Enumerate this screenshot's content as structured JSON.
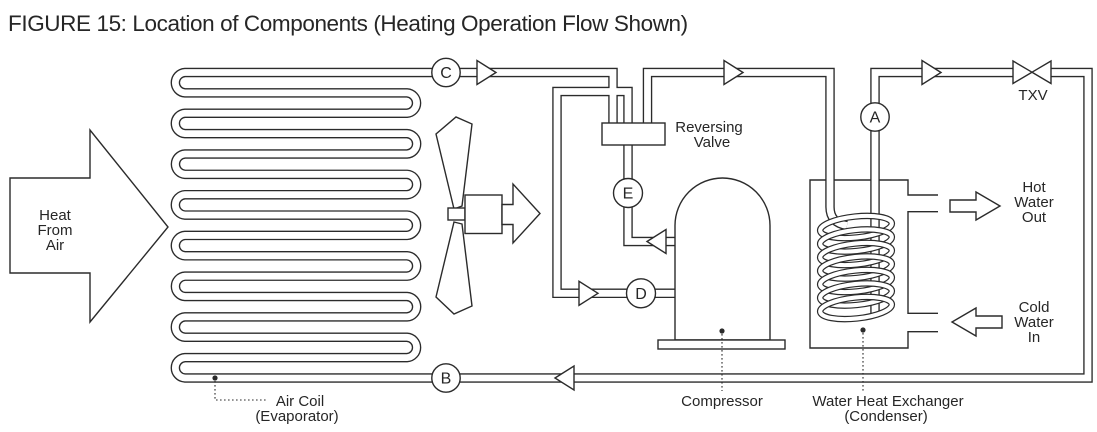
{
  "title": "FIGURE 15: Location of Components (Heating Operation Flow Shown)",
  "labels": {
    "heat_from_air": [
      "Heat",
      "From",
      "Air"
    ],
    "reversing_valve": [
      "Reversing",
      "Valve"
    ],
    "txv": "TXV",
    "hot_water_out": [
      "Hot",
      "Water",
      "Out"
    ],
    "cold_water_in": [
      "Cold",
      "Water",
      "In"
    ],
    "compressor": "Compressor",
    "water_heat_exchanger": [
      "Water Heat Exchanger",
      "(Condenser)"
    ],
    "air_coil": [
      "Air Coil",
      "(Evaporator)"
    ]
  },
  "checkpoints": [
    "A",
    "B",
    "C",
    "D",
    "E"
  ],
  "colors": {
    "line": "#2b2b2b",
    "background": "#ffffff"
  }
}
